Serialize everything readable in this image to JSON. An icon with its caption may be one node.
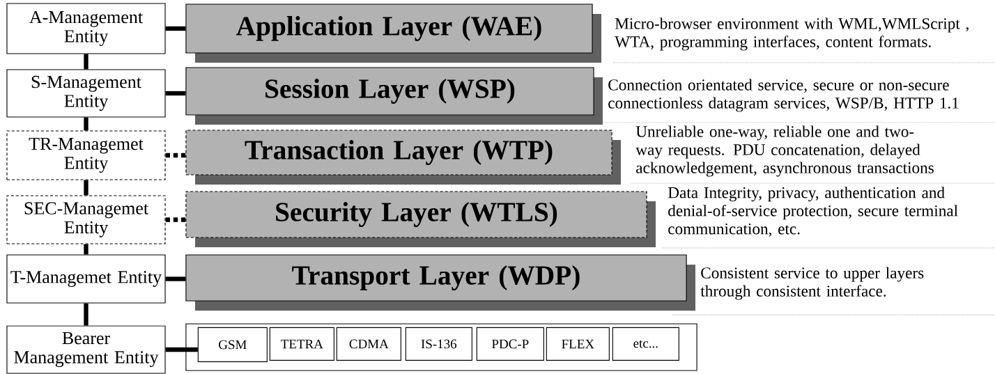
{
  "diagram": {
    "nodes": [
      {
        "text": [
          "A-Management Entity"
        ]
      },
      {
        "text": [
          "S-Management Entity"
        ]
      },
      {
        "text": [
          "TR-Managemet Entity"
        ]
      },
      {
        "text": [
          "SEC-Managemet Entity"
        ]
      },
      {
        "text": [
          "T-Managemet Entity"
        ]
      },
      {
        "text": [
          "Bearer Management Entity"
        ]
      },
      {
        "text": [
          "Application Layer (WAE)"
        ],
        "beside": [
          "Micro-browser environment with WML,WMLScript , WTA, programming interfaces, content formats."
        ]
      },
      {
        "text": [
          "Session Layer (WSP)"
        ],
        "beside": [
          "Connection orientated service, secure or non-secure connectionless datagram services, WSP/B, HTTP 1.1"
        ]
      },
      {
        "text": [
          "Transaction Layer (WTP)"
        ],
        "beside": [
          "Unreliable one-way, reliable one and two-way requests. PDU concatenation, delayed acknowledgement, asynchronous transactions"
        ]
      },
      {
        "text": [
          "Security Layer (WTLS)"
        ],
        "beside": [
          "Data Integrity, privacy, authentication and denial-of-service protection, secure terminal communication, etc."
        ]
      },
      {
        "text": [
          "Transport Layer (WDP)"
        ],
        "beside": [
          "Consistent service to upper layers through consistent interface."
        ]
      },
      {
        "text": [],
        "shape": "box"
      },
      {
        "text": [
          "GSM"
        ],
        "in": 11
      },
      {
        "text": [
          "TETRA"
        ],
        "in": 11
      },
      {
        "text": [
          "CDMA"
        ],
        "in": 11
      },
      {
        "text": [
          "IS-136"
        ],
        "in": 11
      },
      {
        "text": [
          "PDC-P"
        ],
        "in": 11
      },
      {
        "text": [
          "FLEX"
        ],
        "in": 11
      },
      {
        "text": [
          "etc..."
        ],
        "in": 11
      }
    ],
    "edges": [
      {
        "from": 0,
        "to": 1,
        "arrow": "none"
      },
      {
        "from": 1,
        "to": 2,
        "arrow": "none"
      },
      {
        "from": 2,
        "to": 3,
        "arrow": "none"
      },
      {
        "from": 3,
        "to": 4,
        "arrow": "none"
      },
      {
        "from": 4,
        "to": 5,
        "arrow": "none"
      },
      {
        "from": 0,
        "to": 6,
        "arrow": "none"
      },
      {
        "from": 1,
        "to": 7,
        "arrow": "none"
      },
      {
        "from": 2,
        "to": 8,
        "arrow": "none",
        "style": "dashed"
      },
      {
        "from": 3,
        "to": 9,
        "arrow": "none",
        "style": "dashed"
      },
      {
        "from": 4,
        "to": 10,
        "arrow": "none"
      },
      {
        "from": 5,
        "to": 12,
        "arrow": "none"
      }
    ]
  }
}
